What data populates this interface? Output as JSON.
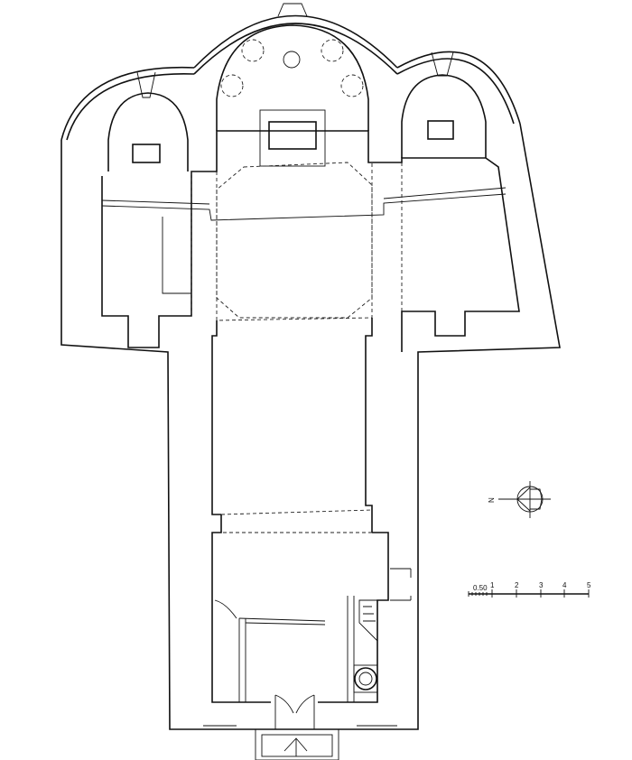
{
  "drawing": {
    "type": "church floor plan",
    "north_label": "N",
    "scale_bar": {
      "labels": [
        "0.50",
        "1",
        "2",
        "3",
        "4",
        "5"
      ],
      "unit_count": 5
    }
  }
}
